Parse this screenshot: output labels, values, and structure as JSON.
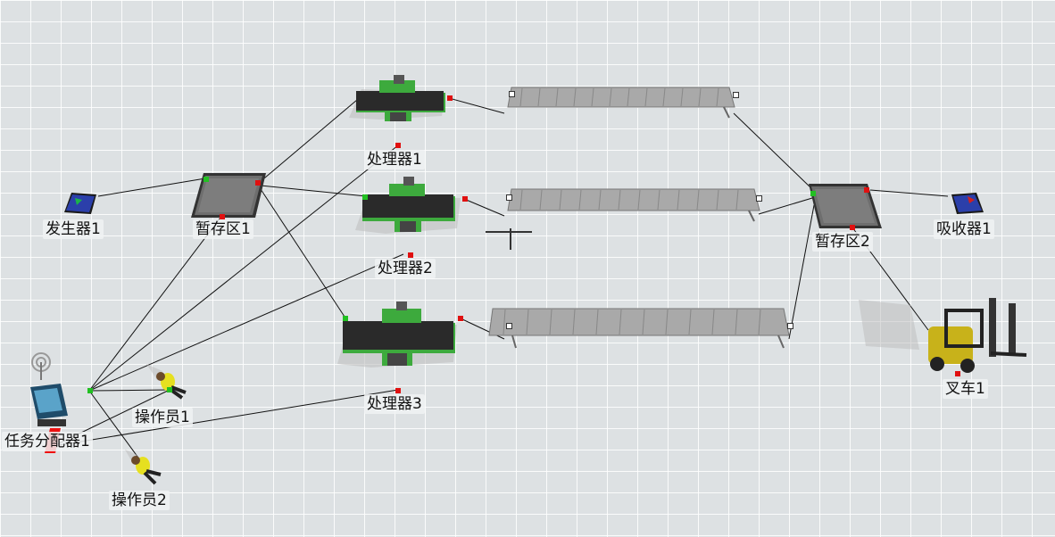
{
  "objects": {
    "source": "发生器1",
    "queue1": "暂存区1",
    "processor1": "处理器1",
    "processor2": "处理器2",
    "processor3": "处理器3",
    "queue2": "暂存区2",
    "sink": "吸收器1",
    "forklift": "叉车1",
    "dispatcher": "任务分配器1",
    "operator1": "操作员1",
    "operator2": "操作员2"
  },
  "colors": {
    "grid_bg": "#dde1e3",
    "machine_green": "#3daa3d",
    "belt_dark": "#2a2a2a",
    "conveyor": "#b8b8b8",
    "port_red": "#e01010",
    "port_green": "#22c022",
    "forklift_yellow": "#c8b21a",
    "source_blue": "#2b3faa",
    "operator_yellow": "#e6e020"
  },
  "icons": [
    "source-icon",
    "queue-icon",
    "processor-icon",
    "conveyor-icon",
    "sink-icon",
    "forklift-icon",
    "dispatcher-icon",
    "operator-icon",
    "crosshair-cursor-icon"
  ]
}
